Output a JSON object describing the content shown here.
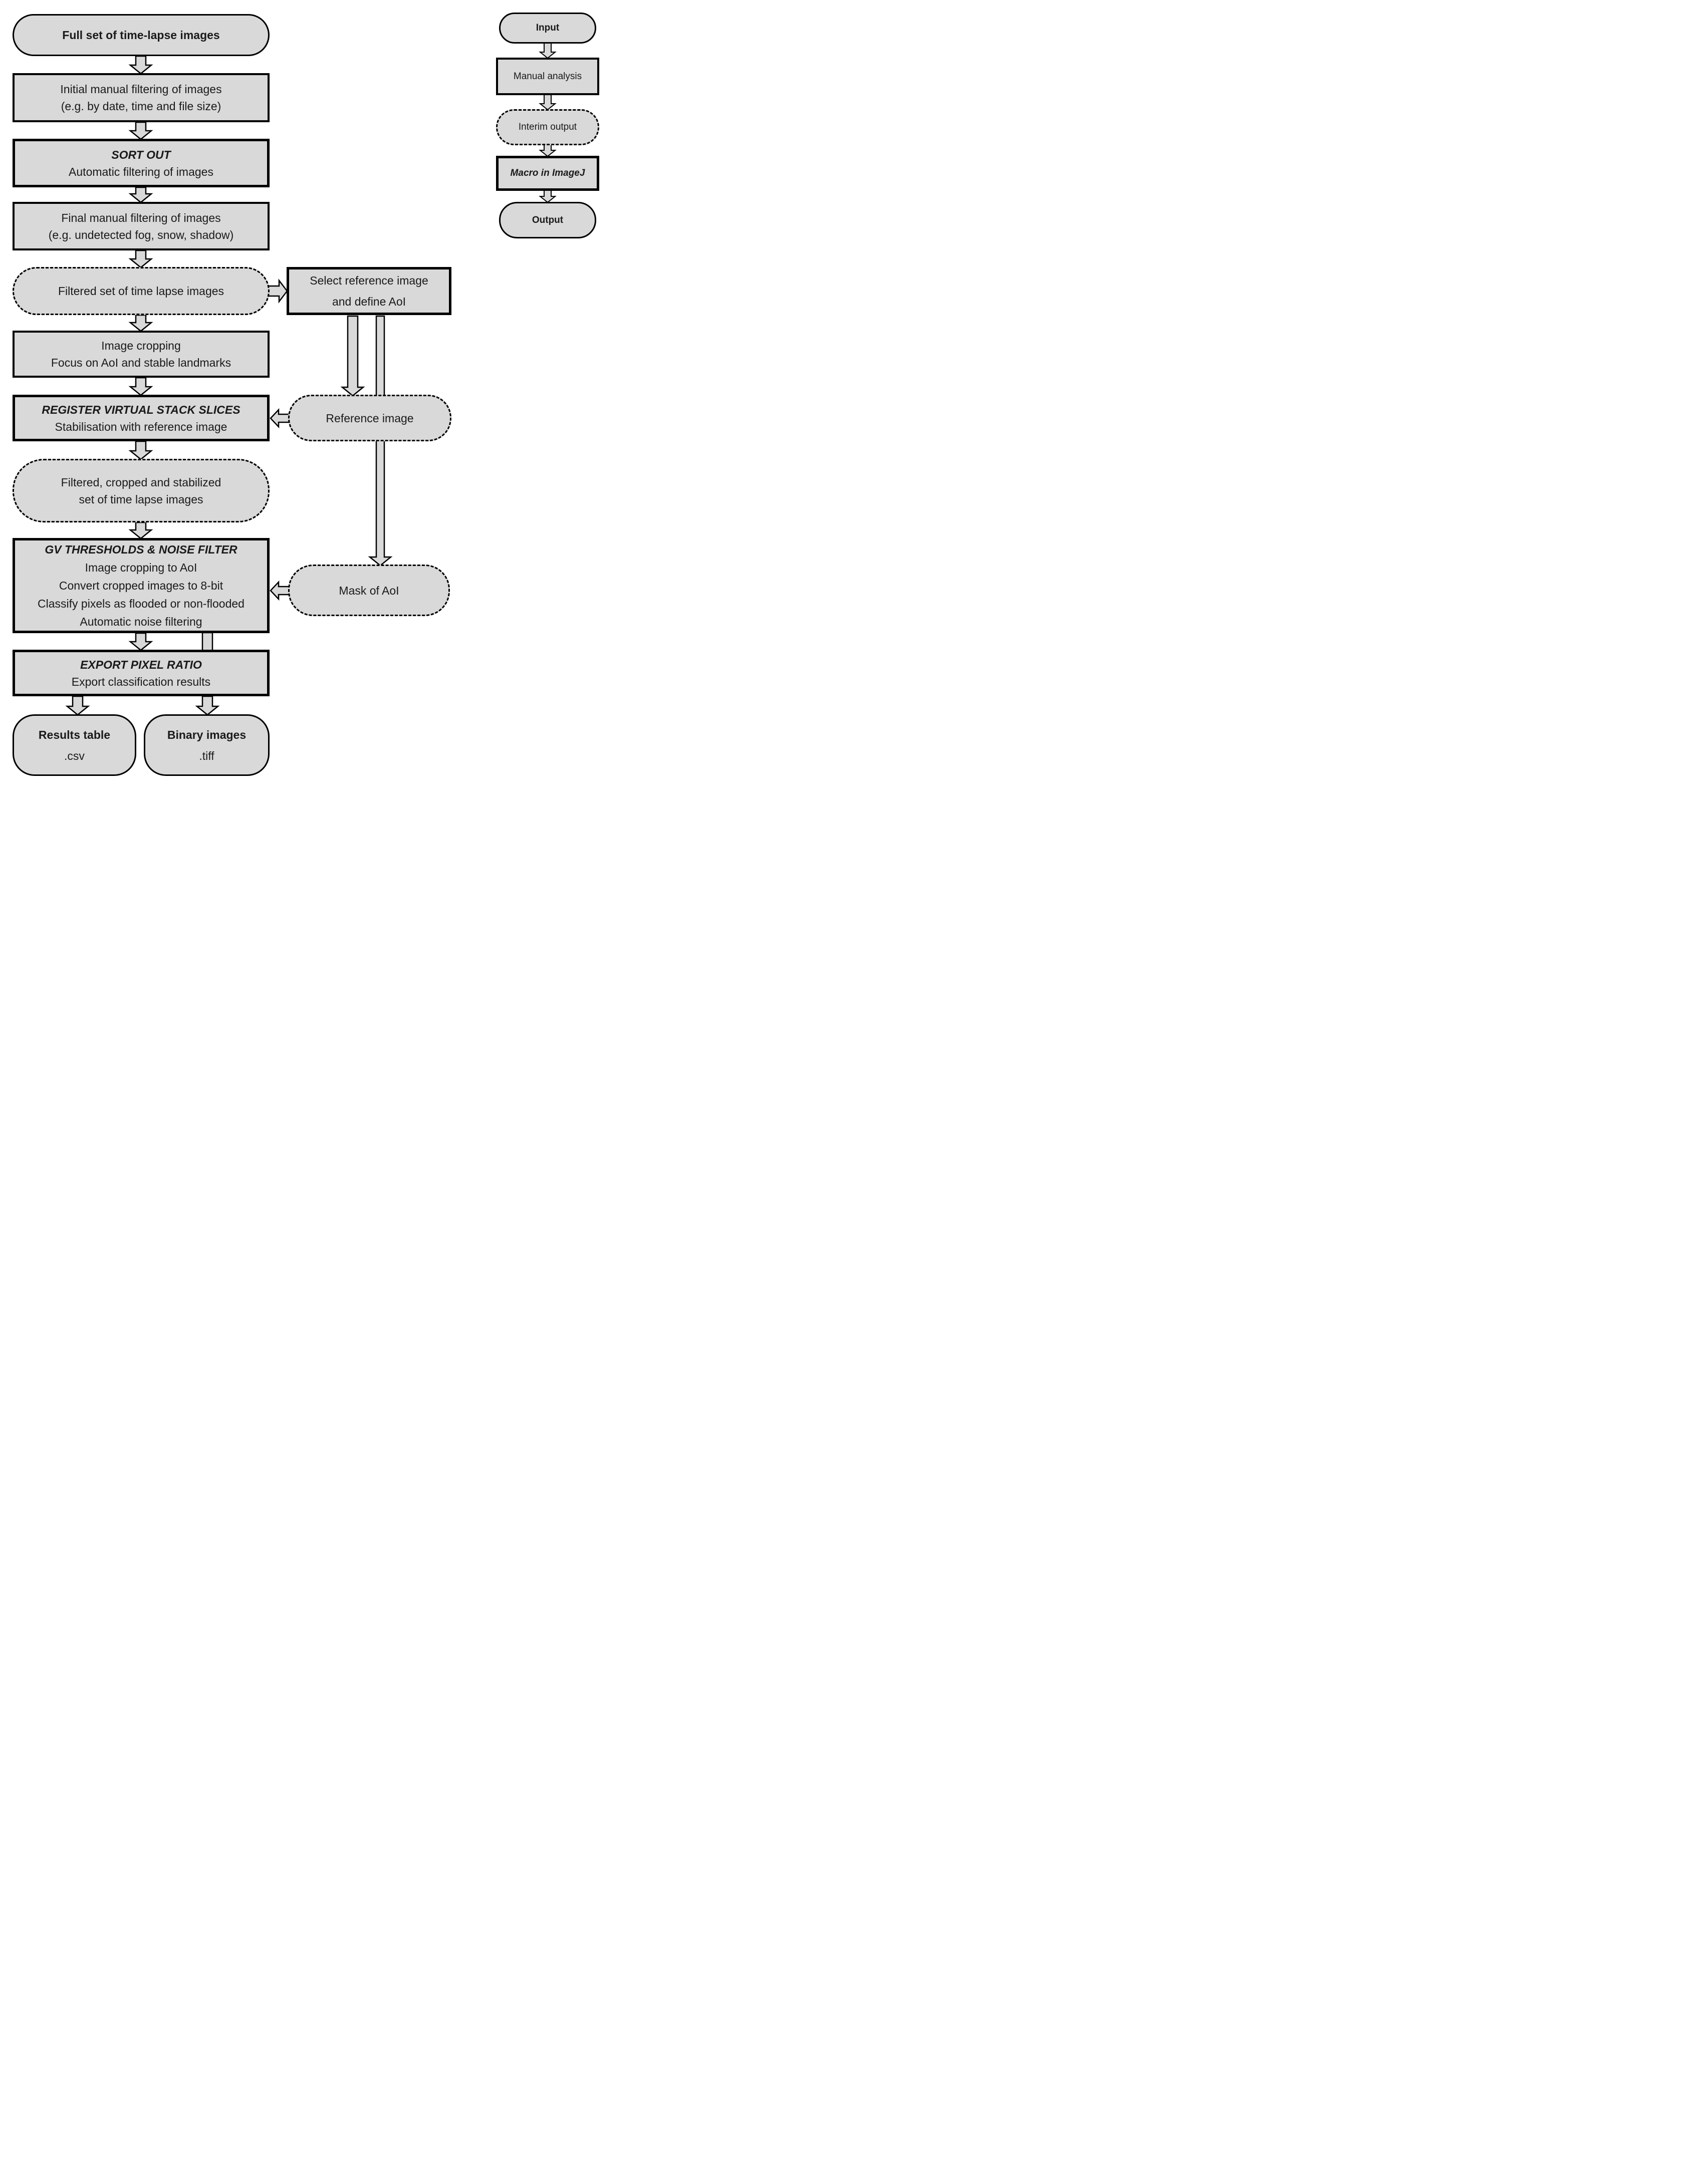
{
  "palette": {
    "box_fill": "#d9d9d9",
    "border": "#000000",
    "text": "#1a1a1a",
    "background": "#ffffff"
  },
  "main_flow": {
    "full_set": {
      "label": "Full set of time-lapse images"
    },
    "initial_filtering": {
      "line1": "Initial manual filtering of images",
      "line2": "(e.g. by date, time and file size)"
    },
    "sort_out": {
      "title": "SORT OUT",
      "line1": "Automatic filtering of images"
    },
    "final_filtering": {
      "line1": "Final manual filtering of images",
      "line2": "(e.g. undetected fog, snow, shadow)"
    },
    "filtered_set": {
      "label": "Filtered set of time lapse images"
    },
    "image_cropping": {
      "line1": "Image cropping",
      "line2": "Focus on AoI and stable landmarks"
    },
    "register": {
      "title": "REGISTER VIRTUAL STACK SLICES",
      "line1": "Stabilisation with reference image"
    },
    "filtered_cropped": {
      "line1": "Filtered, cropped and stabilized",
      "line2": "set of time lapse images"
    },
    "gv_thresholds": {
      "title": "GV THRESHOLDS & NOISE FILTER",
      "line1": "Image cropping to AoI",
      "line2": "Convert cropped images to 8-bit",
      "line3": "Classify pixels as flooded or non-flooded",
      "line4": "Automatic noise filtering"
    },
    "export_ratio": {
      "title": "EXPORT PIXEL RATIO",
      "line1": "Export classification results"
    },
    "results_table": {
      "title": "Results table",
      "ext": ".csv"
    },
    "binary_images": {
      "title": "Binary images",
      "ext": ".tiff"
    }
  },
  "side_flow": {
    "select_reference": {
      "line1": "Select reference image",
      "line2": "and define AoI"
    },
    "reference_image": {
      "label": "Reference image"
    },
    "mask_aoi": {
      "label": "Mask of AoI"
    }
  },
  "legend": {
    "input": {
      "label": "Input"
    },
    "manual_analysis": {
      "label": "Manual analysis"
    },
    "interim_output": {
      "label": "Interim output"
    },
    "macro": {
      "label": "Macro in ImageJ"
    },
    "output": {
      "label": "Output"
    }
  }
}
